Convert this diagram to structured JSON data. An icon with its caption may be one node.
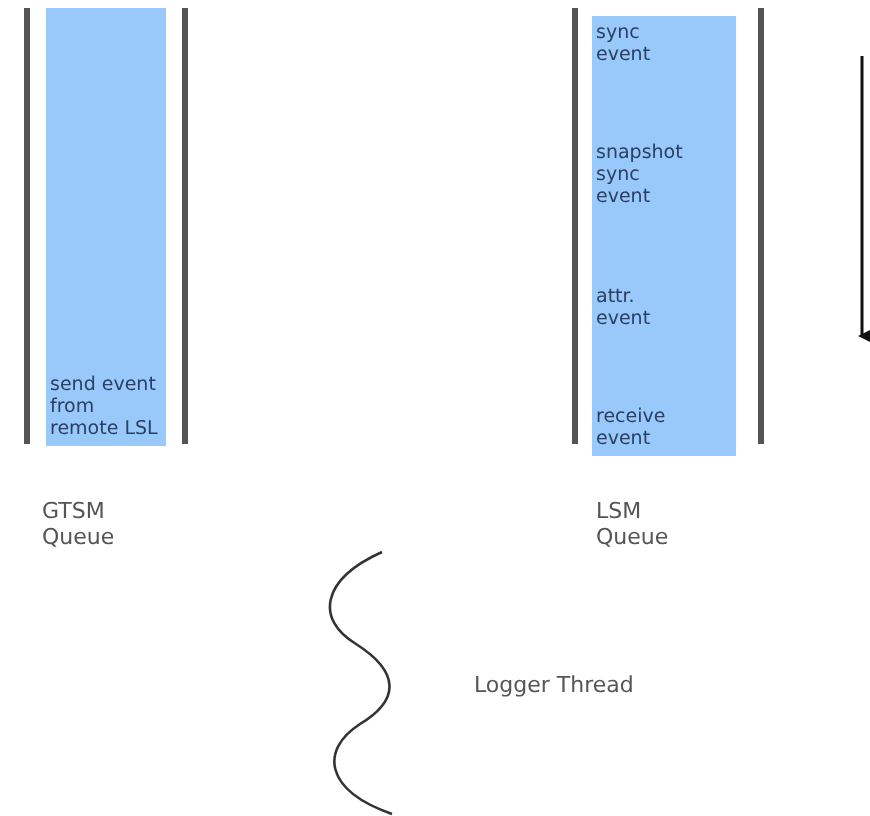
{
  "diagram": {
    "nodes": [
      {
        "text": [
          "send event from remote LSL"
        ],
        "beside": [
          "GTSM Queue"
        ]
      },
      {
        "text": [
          "sync event",
          "snapshot sync event",
          "attr. event",
          "receive event"
        ],
        "beside": [
          "LSM Queue"
        ]
      }
    ],
    "labels": [
      "Logger Thread"
    ]
  }
}
